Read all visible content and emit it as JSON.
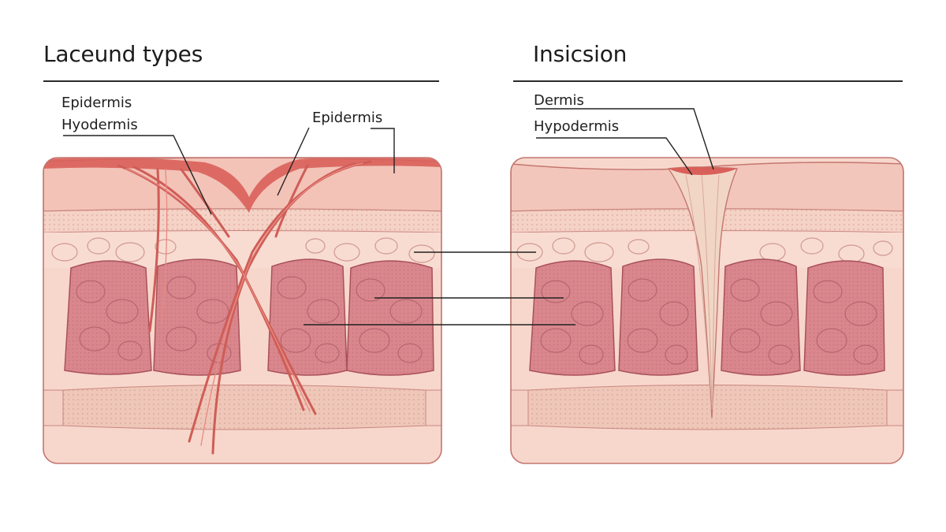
{
  "left_panel": {
    "title": "Laceund types",
    "labels": [
      "Epidermis",
      "Hyodermis",
      "Epidermis"
    ]
  },
  "right_panel": {
    "title": "Insicsion",
    "labels": [
      "Dermis",
      "Hypodermis"
    ]
  },
  "colors": {
    "skin_surface": "#f4c9be",
    "dermis": "#f6d9cf",
    "fat_lobules": "#d9868d",
    "lobule_cells": "#e39ca0",
    "laceration_red": "#d9605a",
    "incision_wound": "#f1d6c6",
    "outline": "#b8605b"
  }
}
